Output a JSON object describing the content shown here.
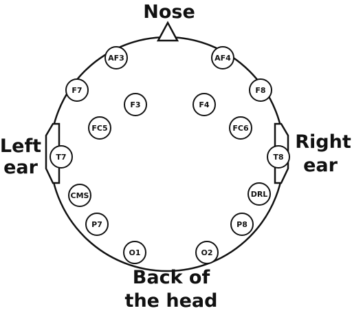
{
  "labels": {
    "nose": "Nose",
    "left_ear_line1": "Left",
    "left_ear_line2": "ear",
    "right_ear_line1": "Right",
    "right_ear_line2": "ear",
    "back_line1": "Back of",
    "back_line2": "the head"
  },
  "electrodes": [
    "AF3",
    "AF4",
    "F7",
    "F8",
    "F3",
    "F4",
    "FC5",
    "FC6",
    "T7",
    "T8",
    "CMS",
    "DRL",
    "P7",
    "P8",
    "O1",
    "O2"
  ],
  "colors": {
    "stroke": "#111111",
    "fill": "#ffffff",
    "text": "#111111"
  }
}
